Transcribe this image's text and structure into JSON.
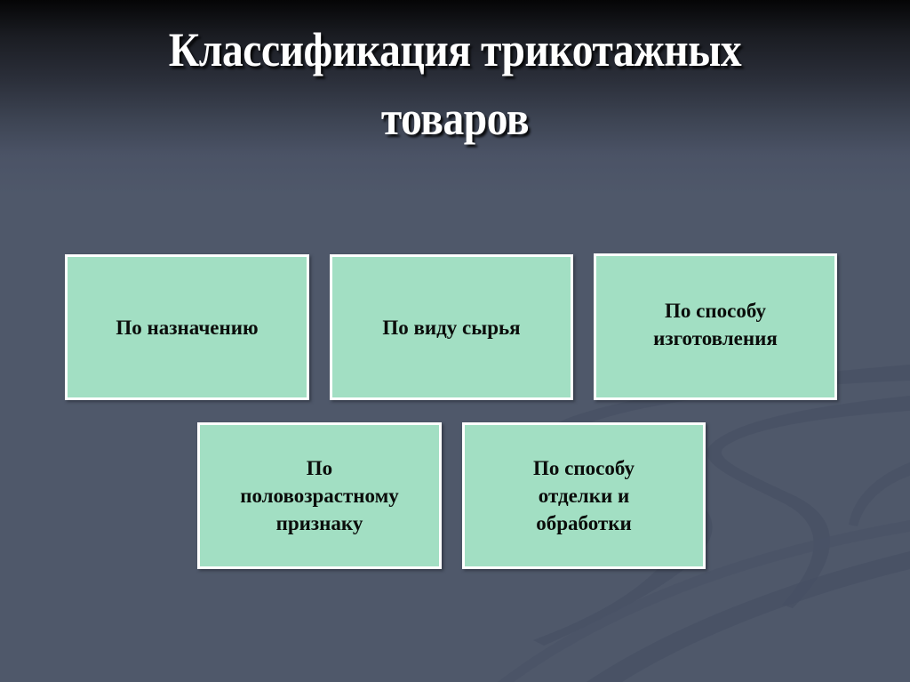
{
  "slide": {
    "title_lines": [
      "Классификация трикотажных",
      "товаров"
    ],
    "colors": {
      "background_top": "#050506",
      "background_main": "#4f586a",
      "swoosh": "#475064",
      "box_fill": "#a2dfc3",
      "box_border": "#ffffff",
      "box_text": "#0b0d0b",
      "title_text": "#ffffff"
    },
    "boxes": [
      {
        "lines": [
          "По назначению"
        ]
      },
      {
        "lines": [
          "По виду сырья"
        ]
      },
      {
        "lines": [
          "По способу",
          "изготовления"
        ]
      },
      {
        "lines": [
          "По",
          "половозрастному",
          "признаку"
        ]
      },
      {
        "lines": [
          "По способу",
          "отделки и",
          "обработки"
        ]
      }
    ]
  }
}
